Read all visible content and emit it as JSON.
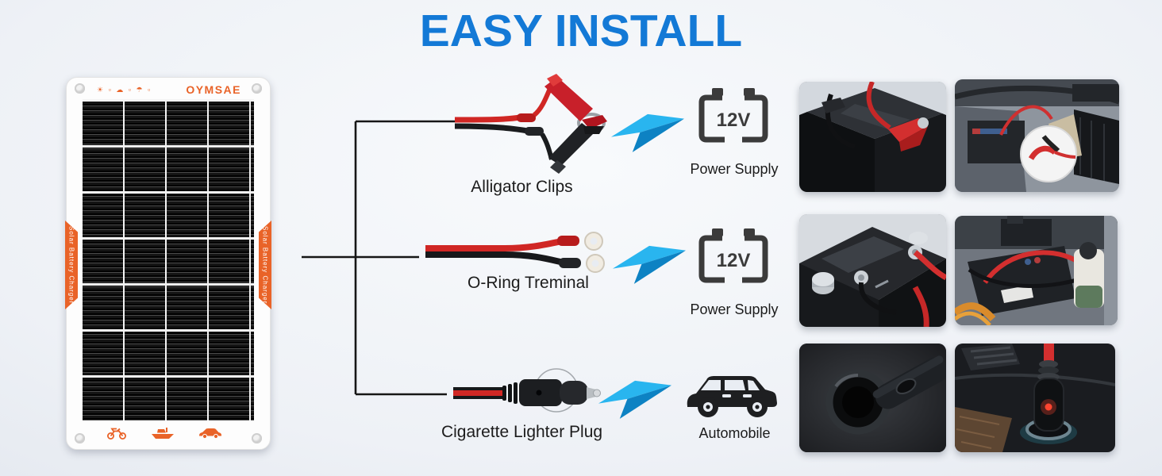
{
  "title": "EASY INSTALL",
  "panel": {
    "brand": "OYMSAE",
    "side_label": "Solar Battery Charger",
    "weather_icons": [
      "☀ ▫",
      "☁ ▫",
      "☂ ▫"
    ],
    "footer_icons": [
      "motorcycle-icon",
      "boat-icon",
      "car-icon"
    ]
  },
  "rows": [
    {
      "connector_label": "Alligator Clips",
      "badge": "12V",
      "target_label": "Power Supply"
    },
    {
      "connector_label": "O-Ring Treminal",
      "badge": "12V",
      "target_label": "Power Supply"
    },
    {
      "connector_label": "Cigarette Lighter Plug",
      "badge": "",
      "target_label": "Automobile"
    }
  ],
  "colors": {
    "accent_blue": "#1379d6",
    "brand_orange": "#e96328",
    "bolt_light": "#29b5ef",
    "bolt_dark": "#0d82c3",
    "wire_red": "#d02724",
    "wire_black": "#1a1c1e"
  }
}
